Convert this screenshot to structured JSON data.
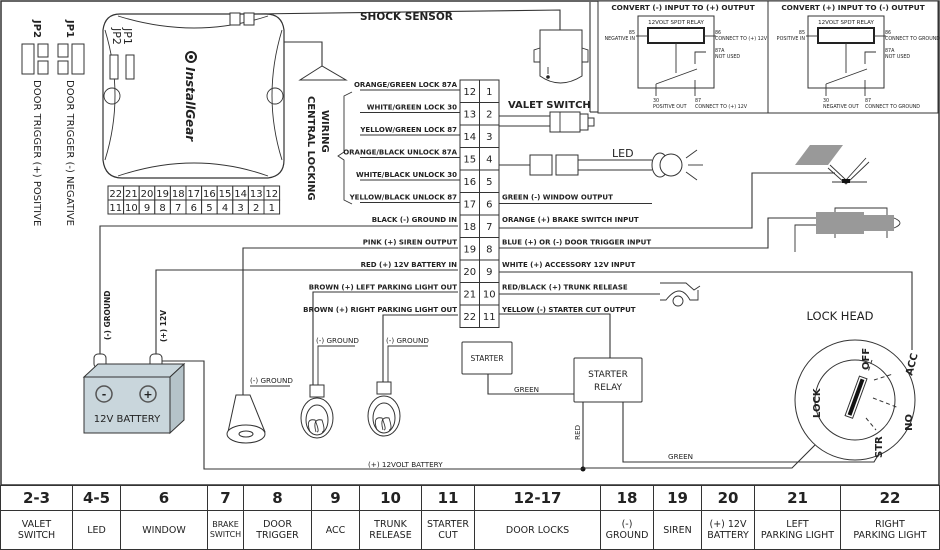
{
  "diagram": {
    "brand": "InstallGear",
    "module": {
      "jumper_labels": [
        "JP1",
        "JP2"
      ],
      "pins_top": [
        "22",
        "21",
        "20",
        "19",
        "18",
        "17",
        "16",
        "15",
        "14",
        "13",
        "12"
      ],
      "pins_bottom": [
        "11",
        "10",
        "9",
        "8",
        "7",
        "6",
        "5",
        "4",
        "3",
        "2",
        "1"
      ]
    },
    "jumpers": {
      "jp1": {
        "label": "JP1",
        "description": "DOOR TRIGGER (-) NEGATIVE"
      },
      "jp2": {
        "label": "JP2",
        "description": "DOOR TRIGGER (+) POSITIVE"
      }
    },
    "shock_sensor": "SHOCK SENSOR",
    "central_locking": [
      "CENTRAL LOCKING",
      "WIRING"
    ],
    "connector": {
      "left": [
        {
          "pin": "12",
          "wire": "ORANGE/GREEN LOCK 87A"
        },
        {
          "pin": "13",
          "wire": "WHITE/GREEN LOCK 30"
        },
        {
          "pin": "14",
          "wire": "YELLOW/GREEN LOCK 87"
        },
        {
          "pin": "15",
          "wire": "ORANGE/BLACK UNLOCK 87A"
        },
        {
          "pin": "16",
          "wire": "WHITE/BLACK UNLOCK 30"
        },
        {
          "pin": "17",
          "wire": "YELLOW/BLACK UNLOCK 87"
        },
        {
          "pin": "18",
          "wire": "BLACK (-) GROUND IN"
        },
        {
          "pin": "19",
          "wire": "PINK (+) SIREN OUTPUT"
        },
        {
          "pin": "20",
          "wire": "RED (+) 12V BATTERY IN"
        },
        {
          "pin": "21",
          "wire": "BROWN (+) LEFT PARKING LIGHT OUT"
        },
        {
          "pin": "22",
          "wire": "BROWN (+) RIGHT PARKING LIGHT OUT"
        }
      ],
      "right": [
        {
          "pin": "1",
          "wire": ""
        },
        {
          "pin": "2",
          "wire": ""
        },
        {
          "pin": "3",
          "wire": ""
        },
        {
          "pin": "4",
          "wire": ""
        },
        {
          "pin": "5",
          "wire": ""
        },
        {
          "pin": "6",
          "wire": "GREEN (-) WINDOW OUTPUT"
        },
        {
          "pin": "7",
          "wire": "ORANGE (+) BRAKE SWITCH INPUT"
        },
        {
          "pin": "8",
          "wire": "BLUE (+) OR (-) DOOR TRIGGER INPUT"
        },
        {
          "pin": "9",
          "wire": "WHITE (+) ACCESSORY 12V INPUT"
        },
        {
          "pin": "10",
          "wire": "RED/BLACK (+) TRUNK RELEASE"
        },
        {
          "pin": "11",
          "wire": "YELLOW (-) STARTER CUT OUTPUT"
        }
      ]
    },
    "valet_switch": "VALET SWITCH",
    "led": "LED",
    "battery": {
      "label": "12V BATTERY",
      "minus": "-",
      "plus": "+",
      "ground_wire": "(-) GROUND",
      "positive_wire": "(+) 12V"
    },
    "ground_labels": [
      "(-) GROUND",
      "(-) GROUND",
      "(-) GROUND"
    ],
    "battery_line": "(+) 12VOLT BATTERY",
    "starter": "STARTER",
    "starter_relay": [
      "STARTER",
      "RELAY"
    ],
    "wire_green_1": "GREEN",
    "wire_green_2": "GREEN",
    "wire_red": "RED",
    "lock_head": {
      "title": "LOCK HEAD",
      "positions": [
        "LOCK",
        "OFF",
        "ACC",
        "ON",
        "STR"
      ]
    },
    "relay_boxes": [
      {
        "title": "CONVERT (-) INPUT TO (+) OUTPUT",
        "relay": "12VOLT SPDT RELAY",
        "pin85": "85",
        "pin85_desc": "NEGATIVE IN",
        "pin86": "86",
        "pin86_desc": "CONNECT TO (+) 12V",
        "pin87a": "87A",
        "pin87a_desc": "NOT USED",
        "pin30": "30",
        "pin30_desc": "POSITIVE OUT",
        "pin87": "87",
        "pin87_desc": "CONNECT TO (+) 12V"
      },
      {
        "title": "CONVERT (+) INPUT TO (-) OUTPUT",
        "relay": "12VOLT SPDT RELAY",
        "pin85": "85",
        "pin85_desc": "POSITIVE IN",
        "pin86": "86",
        "pin86_desc": "CONNECT TO GROUND",
        "pin87a": "87A",
        "pin87a_desc": "NOT USED",
        "pin30": "30",
        "pin30_desc": "NEGATIVE OUT",
        "pin87": "87",
        "pin87_desc": "CONNECT TO GROUND"
      }
    ]
  },
  "legend": [
    {
      "pins": "2-3",
      "name": [
        "VALET",
        "SWITCH"
      ]
    },
    {
      "pins": "4-5",
      "name": [
        "LED"
      ]
    },
    {
      "pins": "6",
      "name": [
        "WINDOW"
      ]
    },
    {
      "pins": "7",
      "name": [
        "BRAKE",
        "SWITCH"
      ]
    },
    {
      "pins": "8",
      "name": [
        "DOOR",
        "TRIGGER"
      ]
    },
    {
      "pins": "9",
      "name": [
        "ACC"
      ]
    },
    {
      "pins": "10",
      "name": [
        "TRUNK",
        "RELEASE"
      ]
    },
    {
      "pins": "11",
      "name": [
        "STARTER",
        "CUT"
      ]
    },
    {
      "pins": "12-17",
      "name": [
        "DOOR LOCKS"
      ]
    },
    {
      "pins": "18",
      "name": [
        "(-)",
        "GROUND"
      ]
    },
    {
      "pins": "19",
      "name": [
        "SIREN"
      ]
    },
    {
      "pins": "20",
      "name": [
        "(+) 12V",
        "BATTERY"
      ]
    },
    {
      "pins": "21",
      "name": [
        "LEFT",
        "PARKING LIGHT"
      ]
    },
    {
      "pins": "22",
      "name": [
        "RIGHT",
        "PARKING LIGHT"
      ]
    }
  ],
  "colors": {
    "battery_fill": "#c9d6dc",
    "component_gray": "#999999",
    "line": "#333333"
  }
}
